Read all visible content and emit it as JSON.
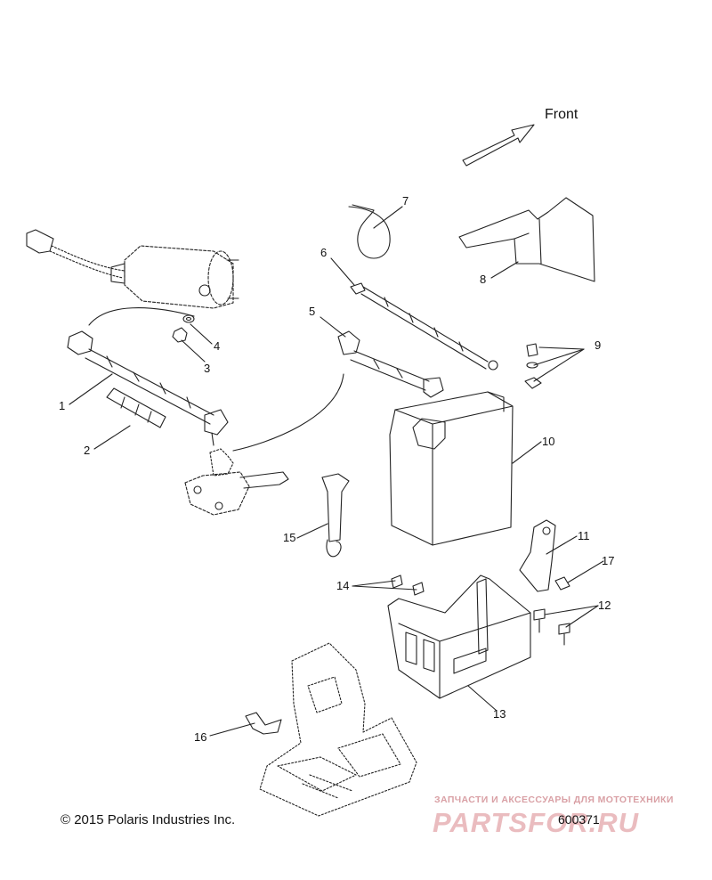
{
  "front_label": "Front",
  "callouts": [
    "1",
    "2",
    "3",
    "4",
    "5",
    "6",
    "7",
    "8",
    "9",
    "10",
    "11",
    "12",
    "13",
    "14",
    "15",
    "16",
    "17"
  ],
  "copyright": "© 2015 Polaris Industries Inc.",
  "drawing_number": "600371",
  "watermark": {
    "caption": "ЗАПЧАСТИ И АКСЕССУАРЫ ДЛЯ МОТОТЕХНИКИ",
    "logo": "PARTSFOR.RU"
  }
}
